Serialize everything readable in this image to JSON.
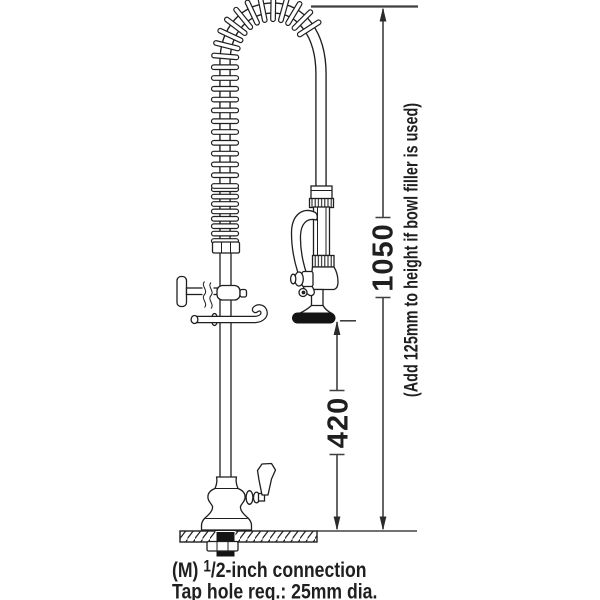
{
  "dimensions": {
    "total_height": "1050",
    "head_height": "420",
    "side_note": "(Add 125mm to height if bowl filler is used)"
  },
  "caption": {
    "prefix": "(M) ",
    "fraction_numerator": "1",
    "after_fraction": "/2-inch connection",
    "line2": "Tap hole req.: 25mm dia."
  },
  "colors": {
    "drawing_line": "#1f1f1f",
    "dimension_line": "#3f3f3f",
    "background": "#ffffff",
    "rubber_bumper": "#141414"
  }
}
